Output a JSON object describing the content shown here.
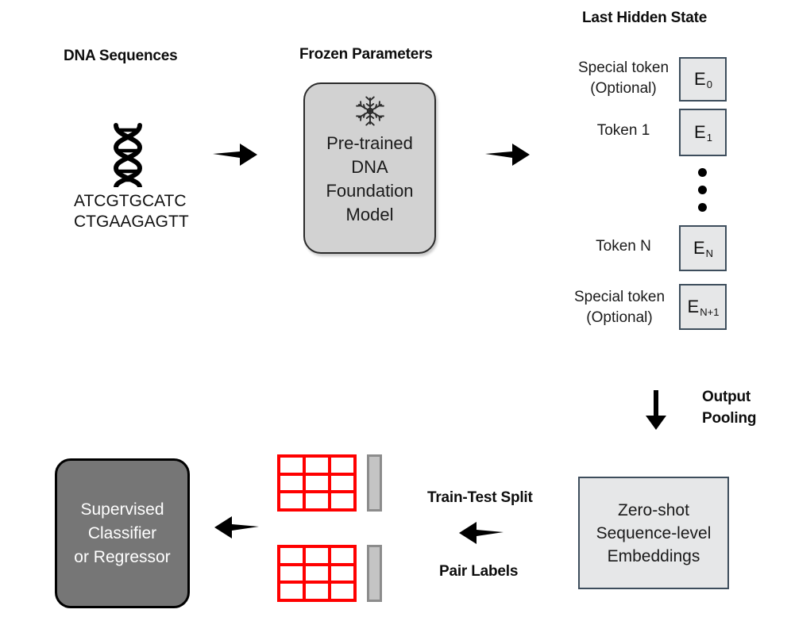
{
  "diagram": {
    "title": "DNA foundation model zero-shot embedding pipeline",
    "headings": {
      "dna_sequences": "DNA Sequences",
      "frozen_parameters": "Frozen Parameters",
      "last_hidden_state": "Last Hidden State",
      "output_pooling_line1": "Output",
      "output_pooling_line2": "Pooling",
      "train_test_split": "Train-Test Split",
      "pair_labels": "Pair Labels"
    },
    "sequences": {
      "line1": "ATCGTGCATC",
      "line2": "CTGAAGAGTT"
    },
    "model_box": {
      "line1": "Pre-trained",
      "line2": "DNA",
      "line3": "Foundation",
      "line4": "Model",
      "icon": "snowflake-icon",
      "fill": "#d2d2d2",
      "stroke": "#2b2b2b"
    },
    "tokens": [
      {
        "label_line1": "Special token",
        "label_line2": "(Optional)",
        "embedding": "E",
        "subscript": "0"
      },
      {
        "label_line1": "Token 1",
        "label_line2": "",
        "embedding": "E",
        "subscript": "1"
      },
      {
        "label_line1": "Token N",
        "label_line2": "",
        "embedding": "E",
        "subscript": "N"
      },
      {
        "label_line1": "Special token",
        "label_line2": "(Optional)",
        "embedding": "E",
        "subscript": "N+1"
      }
    ],
    "ellipsis_dots": 3,
    "zero_shot_box": {
      "line1": "Zero-shot",
      "line2": "Sequence-level",
      "line3": "Embeddings",
      "fill": "#e6e7e8",
      "stroke": "#3d4d5c"
    },
    "classifier_box": {
      "line1": "Supervised",
      "line2": "Classifier",
      "line3": "or Regressor",
      "fill": "#767676",
      "stroke": "#000000",
      "text_color": "#ffffff"
    },
    "data_grids": [
      {
        "name": "train-split-grid",
        "rows": 3,
        "cols": 3,
        "color": "#ff0000"
      },
      {
        "name": "test-split-grid",
        "rows": 3,
        "cols": 3,
        "color": "#ff0000"
      }
    ],
    "label_bars": [
      {
        "name": "train-labels-bar",
        "fill": "#c4c4c4",
        "stroke": "#8c8c8c"
      },
      {
        "name": "test-labels-bar",
        "fill": "#c4c4c4",
        "stroke": "#8c8c8c"
      }
    ],
    "arrows": [
      {
        "name": "arrow-sequences-to-model",
        "direction": "right"
      },
      {
        "name": "arrow-model-to-hidden-state",
        "direction": "right"
      },
      {
        "name": "arrow-pooling-down",
        "direction": "down"
      },
      {
        "name": "arrow-embeddings-to-splits",
        "direction": "left"
      },
      {
        "name": "arrow-splits-to-classifier",
        "direction": "left"
      }
    ]
  }
}
